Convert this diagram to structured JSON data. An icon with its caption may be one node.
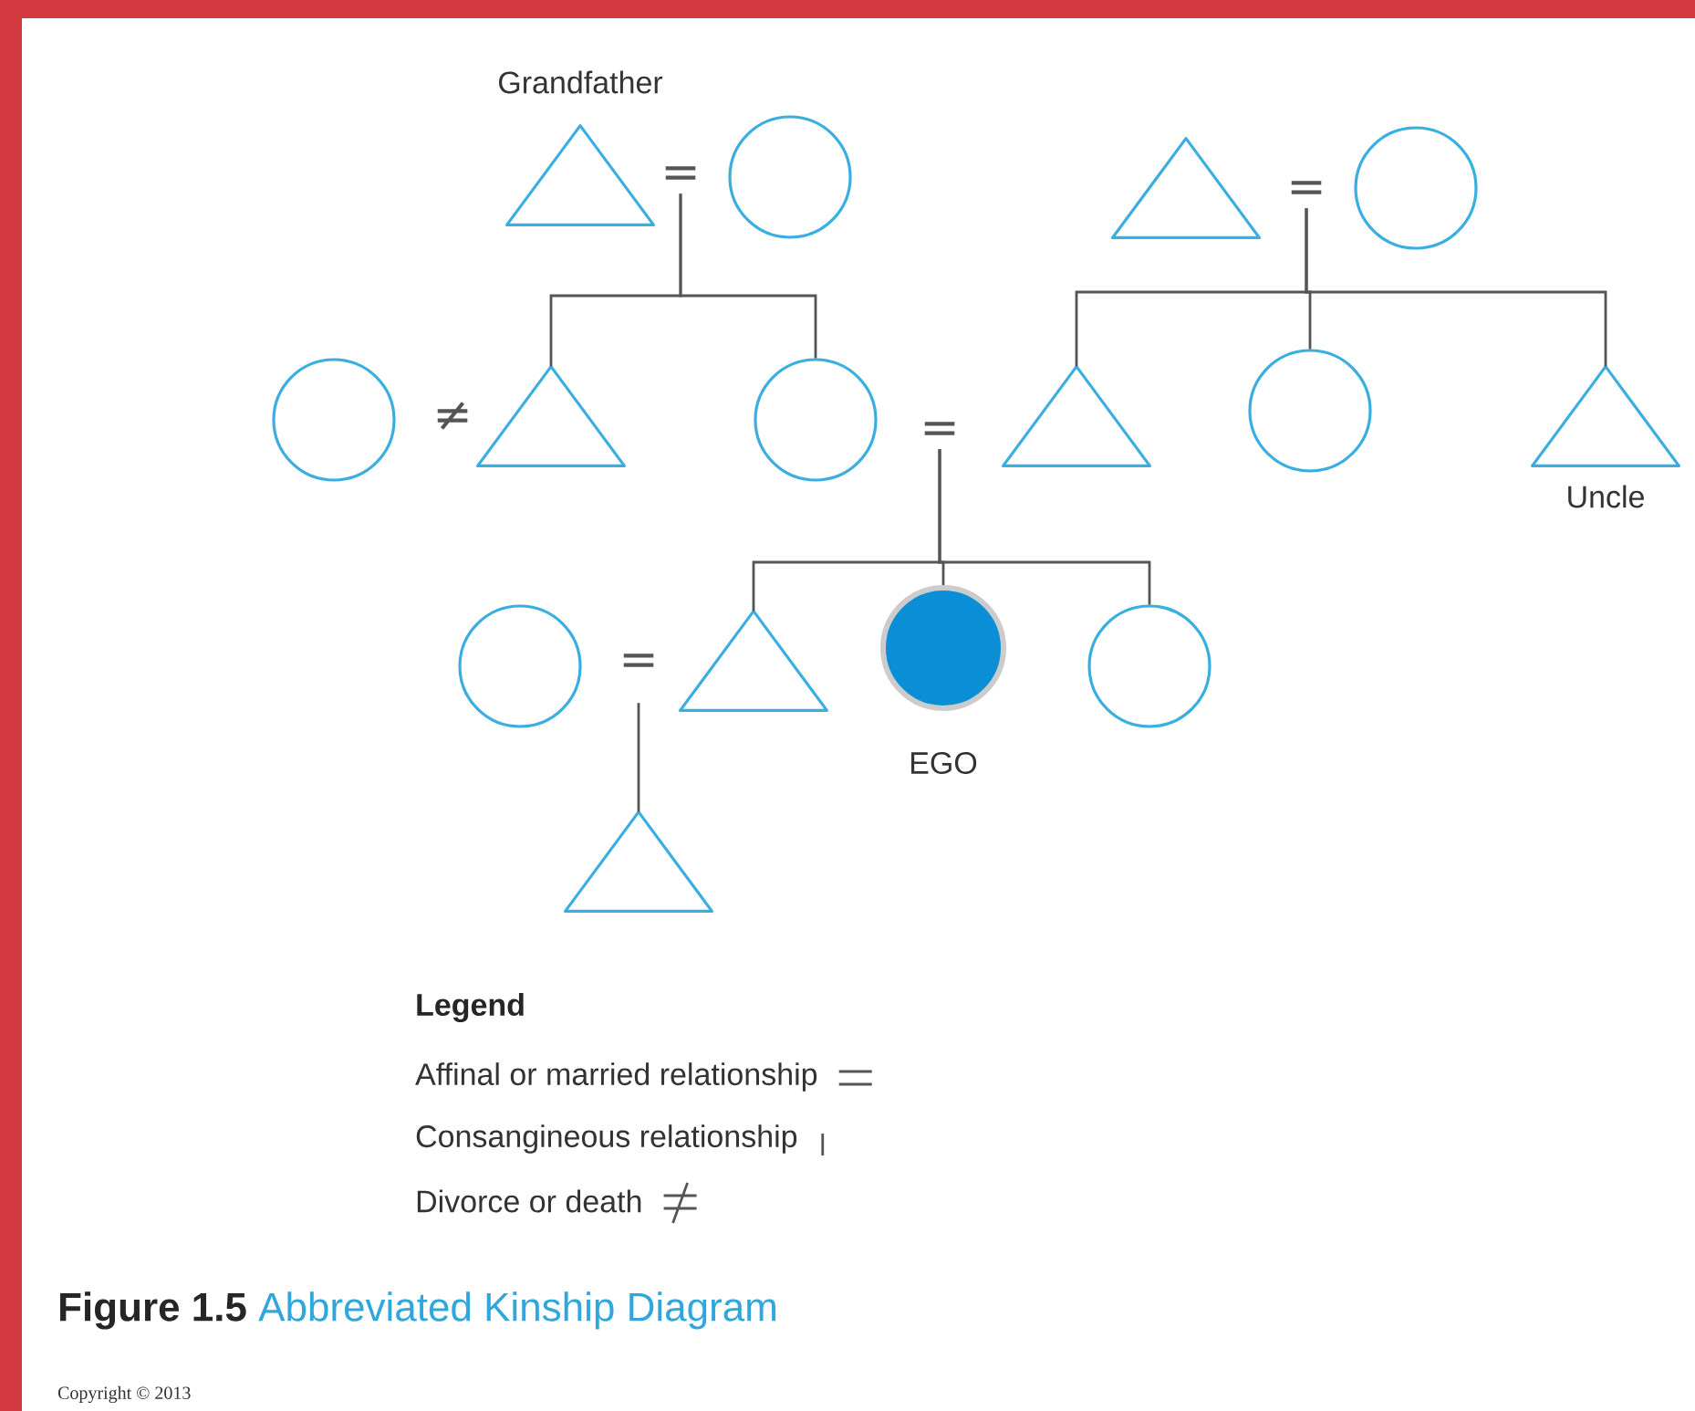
{
  "diagram": {
    "title": "**Figure 1.5** Abbreviated Kinship Diagram",
    "nodes": [
      {
        "text": [],
        "shape": "triangle",
        "beside": [
          "Grandfather"
        ]
      },
      {
        "text": [
          "="
        ]
      },
      {
        "text": [],
        "shape": "circle"
      },
      {
        "text": [],
        "shape": "triangle"
      },
      {
        "text": [
          "="
        ]
      },
      {
        "text": [],
        "shape": "circle"
      },
      {
        "text": [],
        "shape": "circle"
      },
      {
        "text": [
          "≠"
        ]
      },
      {
        "text": [],
        "shape": "triangle"
      },
      {
        "text": [],
        "shape": "circle"
      },
      {
        "text": [
          "="
        ]
      },
      {
        "text": [],
        "shape": "triangle"
      },
      {
        "text": [],
        "shape": "circle"
      },
      {
        "text": [],
        "shape": "triangle",
        "beside": [
          "Uncle"
        ]
      },
      {
        "text": [],
        "shape": "circle"
      },
      {
        "text": [
          "="
        ]
      },
      {
        "text": [],
        "shape": "triangle"
      },
      {
        "text": [],
        "shape": "disc",
        "beside": [
          "EGO"
        ]
      },
      {
        "text": [],
        "shape": "circle"
      },
      {
        "text": [],
        "shape": "triangle"
      }
    ],
    "edges": [
      {
        "from": 1,
        "to": 8,
        "arrow": "none"
      },
      {
        "from": 1,
        "to": 9,
        "arrow": "none"
      },
      {
        "from": 4,
        "to": 11,
        "arrow": "none"
      },
      {
        "from": 4,
        "to": 12,
        "arrow": "none"
      },
      {
        "from": 4,
        "to": 13,
        "arrow": "none"
      },
      {
        "from": 10,
        "to": 16,
        "arrow": "none"
      },
      {
        "from": 10,
        "to": 17,
        "arrow": "none"
      },
      {
        "from": 10,
        "to": 18,
        "arrow": "none"
      },
      {
        "from": 15,
        "to": 19,
        "arrow": "none"
      }
    ],
    "labels": [
      "Legend",
      "Copyright © 2013"
    ],
    "legend": [
      {
        "text": "Affinal or married relationship"
      },
      {
        "text": "Consangineous relationship"
      },
      {
        "text": "Divorce or death"
      }
    ]
  }
}
